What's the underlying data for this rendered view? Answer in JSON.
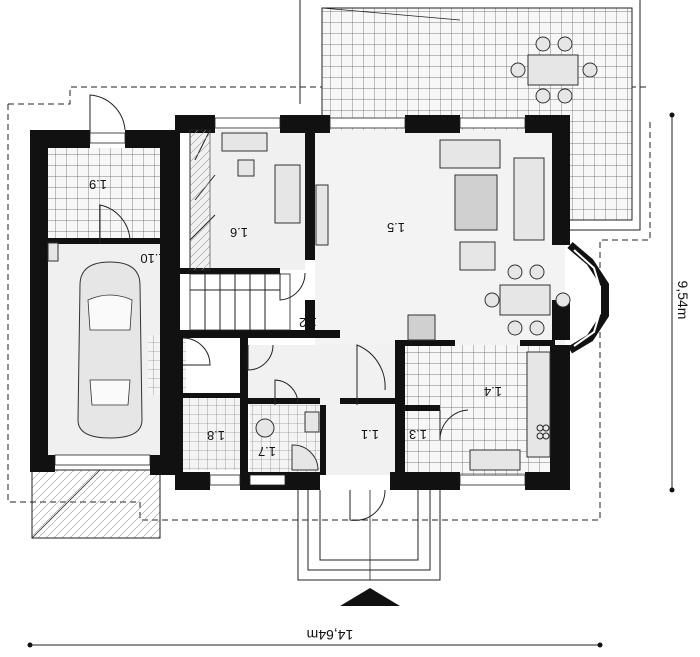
{
  "rooms": {
    "r1_1": "1.1",
    "r1_2": "1.2",
    "r1_3": "1.3",
    "r1_4": "1.4",
    "r1_5": "1.5",
    "r1_6": "1.6",
    "r1_7": "1.7",
    "r1_8": "1.8",
    "r1_9": "1.9",
    "r1_10": "1.10"
  },
  "dimensions": {
    "width": "14,64m",
    "depth": "9,54m"
  },
  "colors": {
    "wall": "#111111",
    "tile_grid": "#555555",
    "floor_light": "#f2f2f2",
    "furniture": "#e6e6e6"
  }
}
